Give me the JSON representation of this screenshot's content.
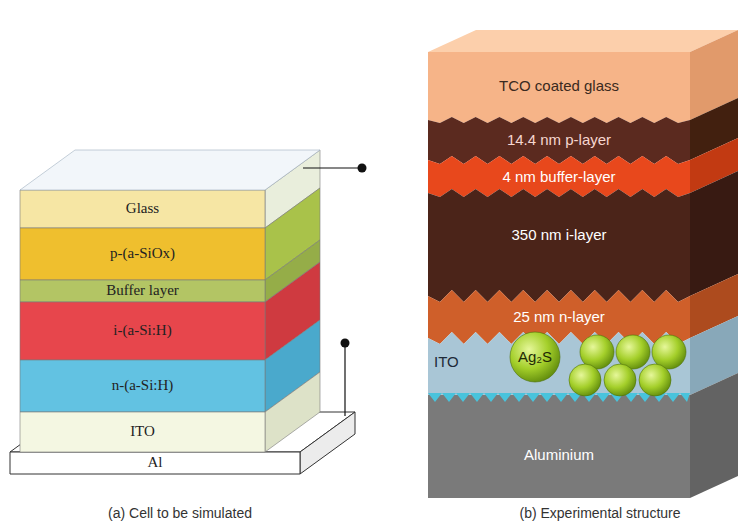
{
  "diagram": {
    "nodes": [
      {
        "text": [
          "Glass"
        ]
      },
      {
        "text": [
          "p-(a-SiOx)"
        ]
      },
      {
        "text": [
          "Buffer layer"
        ]
      },
      {
        "text": [
          "i-(a-Si:H)"
        ]
      },
      {
        "text": [
          "n-(a-Si:H)"
        ]
      },
      {
        "text": [
          "ITO"
        ]
      },
      {
        "text": [
          "Al"
        ]
      },
      {
        "text": [
          "TCO coated glass"
        ]
      },
      {
        "text": [
          "14.4 nm p-layer"
        ]
      },
      {
        "text": [
          "4 nm buffer-layer"
        ]
      },
      {
        "text": [
          "350 nm i-layer"
        ]
      },
      {
        "text": [
          "25 nm n-layer"
        ]
      },
      {
        "text": [
          "ITO"
        ]
      },
      {
        "text": [
          "Ag₂S"
        ]
      },
      {
        "text": [
          "Aluminium"
        ]
      }
    ],
    "labels": [
      "(a) Cell to be simulated",
      "(b) Experimental structure"
    ]
  }
}
